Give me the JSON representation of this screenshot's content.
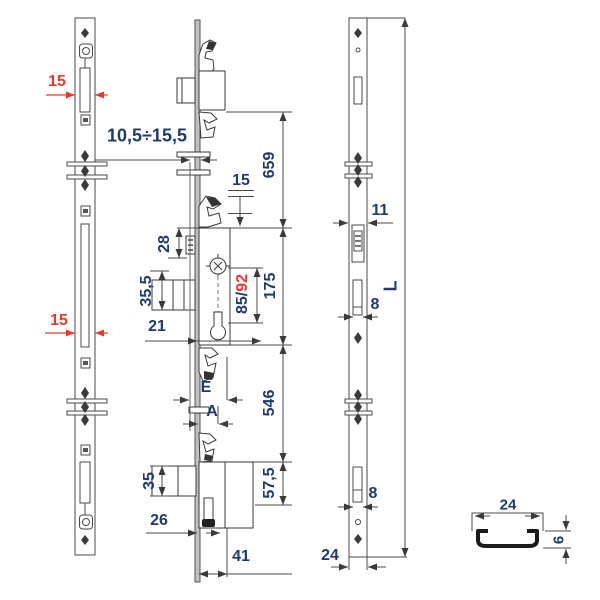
{
  "title": "Multipoint lock technical drawing",
  "colors": {
    "dim_text": "#1e3a6e",
    "red": "#e8392e",
    "line": "#3a3a3a"
  },
  "labels": {
    "left_width_top": "15",
    "left_width_bottom": "15",
    "backset_range": "10,5÷15,5",
    "latch_offset": "15",
    "top_distance": "659",
    "aux_offset": "28",
    "keep_height_mid": "35,5",
    "cyl_offset": "21",
    "handle_cyl_dist_std": "85/",
    "handle_cyl_dist_alt": "92",
    "case_height": "175",
    "entry_e": "E",
    "entry_a": "A",
    "bottom_distance": "546",
    "bottom_box_height": "57,5",
    "keep_height_bottom": "35",
    "keep_depth": "26",
    "box_depth": "41",
    "keeper_width": "11",
    "slot_width_mid": "8",
    "total_length": "L",
    "slot_width_bottom": "8",
    "strip_width": "24",
    "section_width": "24",
    "section_depth": "6"
  }
}
